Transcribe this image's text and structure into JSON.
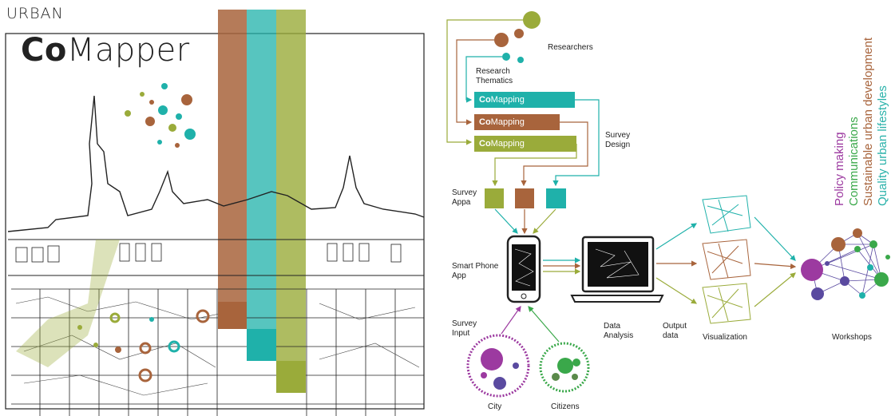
{
  "brand": {
    "top": "URBAN",
    "main_prefix": "Co",
    "main_suffix": "Mapper"
  },
  "labels": {
    "researchers": "Researchers",
    "research_thematics": "Research\nThematics",
    "comapping_prefix": "Co",
    "comapping_suffix": "Mapping",
    "survey_design": "Survey\nDesign",
    "survey_appa": "Survey\nAppa",
    "smart_phone_app": "Smart Phone\nApp",
    "survey_input": "Survey\nInput",
    "data_analysis": "Data\nAnalysis",
    "output_data": "Output\ndata",
    "visualization": "Visualization",
    "workshops": "Workshops",
    "city": "City",
    "citizens": "Citizens"
  },
  "themes": [
    {
      "text": "Policy making",
      "color": "#9c3aa0"
    },
    {
      "text": "Communications",
      "color": "#3aa84a"
    },
    {
      "text": "Sustainable urban development",
      "color": "#a8643c"
    },
    {
      "text": "Quality urban lifestyles",
      "color": "#2ab2aa"
    }
  ],
  "colors": {
    "brown": "#a8643c",
    "teal": "#1fb1aa",
    "olive": "#9aab3a",
    "purple": "#9c3aa0",
    "green": "#3aa84a",
    "navy": "#5a4aa0"
  }
}
